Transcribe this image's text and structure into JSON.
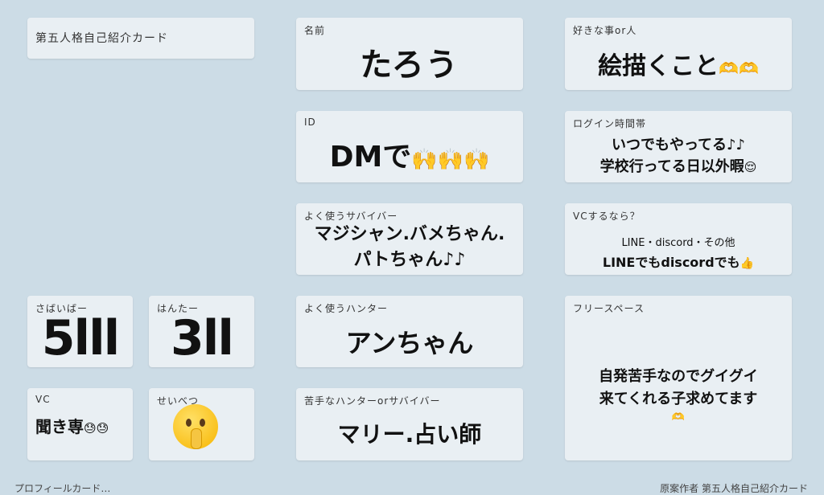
{
  "title_card": {
    "text": "第五人格自己紹介カード"
  },
  "name": {
    "label": "名前",
    "value": "たろう"
  },
  "likes": {
    "label": "好きな事or人",
    "value": "絵描くこと",
    "emoji": "🫶🫶"
  },
  "id": {
    "label": "ID",
    "value": "DMで",
    "emoji": "🙌🙌🙌"
  },
  "login_time": {
    "label": "ログイン時間帯",
    "line1": "いつでもやってる♪♪",
    "line2": "学校行ってる日以外暇",
    "emoji": "😌"
  },
  "survivor": {
    "label": "よく使うサバイバー",
    "line1": "マジシャン.バメちゃん.",
    "line2": "パトちゃん♪♪"
  },
  "vc_pref": {
    "label": "VCするなら？",
    "line1": "LINE・discord・その他",
    "line2": "LINEでもdiscordでも",
    "emoji": "👍"
  },
  "sabaibaa": {
    "label": "さばいばー",
    "value": "5lll"
  },
  "hantaa": {
    "label": "はんたー",
    "value": "3ll"
  },
  "hunter": {
    "label": "よく使うハンター",
    "value": "アンちゃん"
  },
  "free_space": {
    "label": "フリースペース",
    "line1": "自発苦手なのでグイグイ",
    "line2": "来てくれる子求めてます",
    "emoji": "🫶"
  },
  "vc": {
    "label": "VC",
    "value": "聞き専",
    "emoji": "😓😓"
  },
  "gender": {
    "label": "せいべつ",
    "emoji_name": "shushing-face-icon"
  },
  "weak": {
    "label": "苦手なハンターorサバイバー",
    "value": "マリー.占い師"
  },
  "footer": {
    "left": "プロフィールカード…",
    "right": "原案作者 第五人格自己紹介カード"
  }
}
